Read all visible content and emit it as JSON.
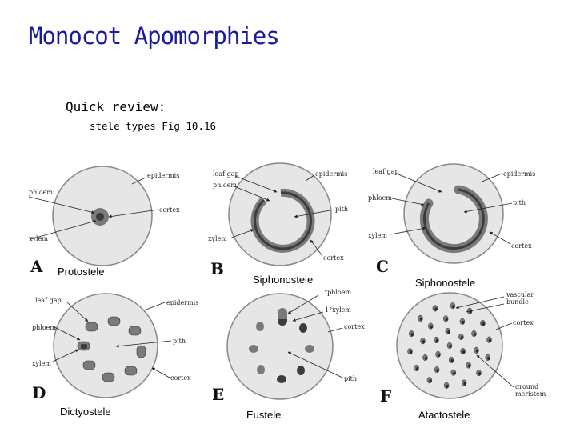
{
  "slide": {
    "title": "Monocot Apomorphies",
    "review": "Quick review:",
    "subtitle": "stele types Fig 10.16"
  },
  "panels": [
    {
      "letter": "A",
      "caption": "Protostele",
      "labels": [
        "epidermis",
        "phloem",
        "cortex",
        "xylem"
      ]
    },
    {
      "letter": "B",
      "caption": "Siphonostele",
      "labels": [
        "leaf gap",
        "epidermis",
        "phloem",
        "pith",
        "xylem",
        "cortex"
      ]
    },
    {
      "letter": "C",
      "caption": "Siphonostele",
      "labels": [
        "leaf gap",
        "epidermis",
        "phloem",
        "pith",
        "xylem",
        "cortex"
      ]
    },
    {
      "letter": "D",
      "caption": "Dictyostele",
      "labels": [
        "leaf gap",
        "epidermis",
        "phloem",
        "pith",
        "xylem",
        "cortex"
      ]
    },
    {
      "letter": "E",
      "caption": "Eustele",
      "labels": [
        "1°phloem",
        "1°xylem",
        "cortex",
        "pith"
      ]
    },
    {
      "letter": "F",
      "caption": "Atactostele",
      "labels": [
        "vascular",
        "bundle",
        "cortex",
        "ground",
        "meristem"
      ]
    }
  ],
  "colors": {
    "title": "#1a1a9e",
    "disk": "#e6e6e6",
    "tissue": "#7a7a7a",
    "xylem": "#3c3c3c"
  }
}
